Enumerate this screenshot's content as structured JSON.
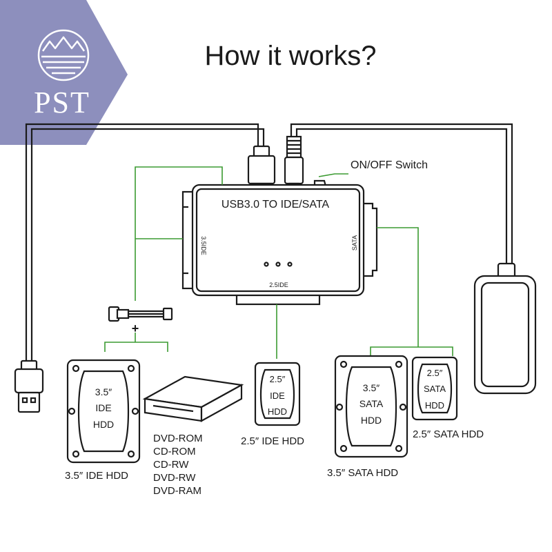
{
  "logo": {
    "text": "PST",
    "bg_color": "#8d8fbd"
  },
  "title": "How it works?",
  "adapter": {
    "label": "USB3.0 TO IDE/SATA",
    "side_left": "3.5IDE",
    "side_right": "SATA",
    "side_bottom": "2.5IDE"
  },
  "switch_label": "ON/OFF Switch",
  "power_plus": "+",
  "drives": {
    "ide35": {
      "lines": [
        "3.5″",
        "IDE",
        "HDD"
      ],
      "caption": "3.5″  IDE HDD"
    },
    "ide25": {
      "lines": [
        "2.5″",
        "IDE",
        "HDD"
      ],
      "caption": "2.5″  IDE HDD"
    },
    "sata35": {
      "lines": [
        "3.5″",
        "SATA",
        "HDD"
      ],
      "caption": "3.5″  SATA HDD"
    },
    "sata25": {
      "lines": [
        "2.5″",
        "SATA",
        "HDD"
      ],
      "caption": "2.5″  SATA HDD"
    }
  },
  "optical_list": [
    "DVD-ROM",
    "CD-ROM",
    "CD-RW",
    "DVD-RW",
    "DVD-RAM"
  ],
  "colors": {
    "line": "#1a1a1a",
    "accent_green": "#3a9a30",
    "logo_text": "#ffffff"
  },
  "icons": [
    "usb-a-plug-icon",
    "usb-b-plug-icon",
    "dc-barrel-plug-icon",
    "power-adapter-icon",
    "molex-power-connector-icon",
    "optical-drive-icon",
    "mountain-logo-icon"
  ]
}
